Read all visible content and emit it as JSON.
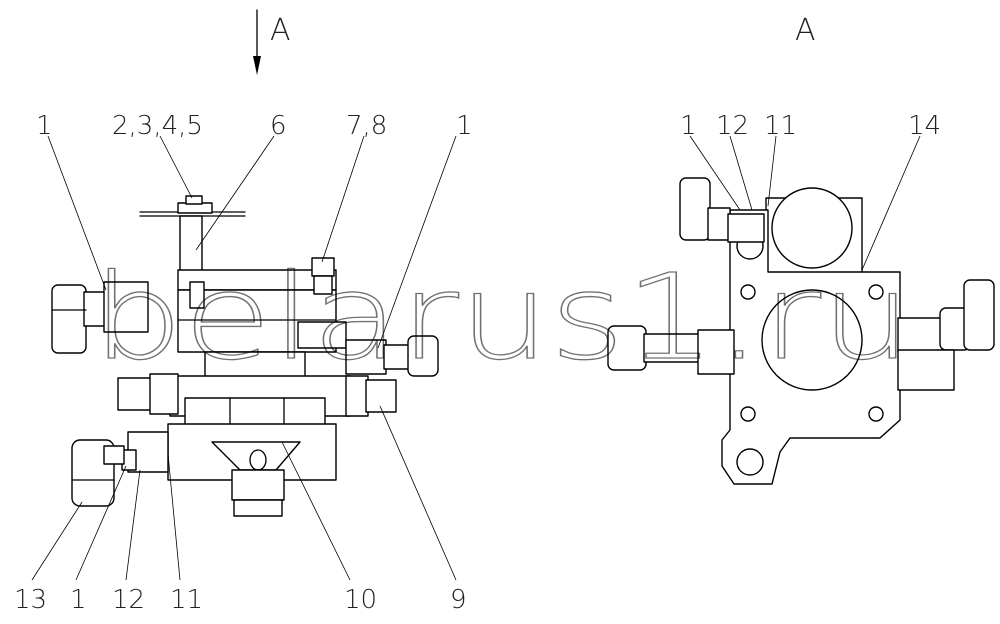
{
  "view_labels": {
    "arrow_label": "A",
    "view_title": "A"
  },
  "watermark": "belarus1.ru",
  "left_view": {
    "callouts_top": [
      "1",
      "2,3,4,5",
      "6",
      "7,8",
      "1"
    ],
    "callouts_bottom": [
      "13",
      "1",
      "12",
      "11",
      "10",
      "9"
    ]
  },
  "right_view": {
    "callouts_top": [
      "1",
      "12",
      "11",
      "14"
    ]
  },
  "colors": {
    "line": "#000000",
    "text": "#222222",
    "background": "#ffffff"
  }
}
